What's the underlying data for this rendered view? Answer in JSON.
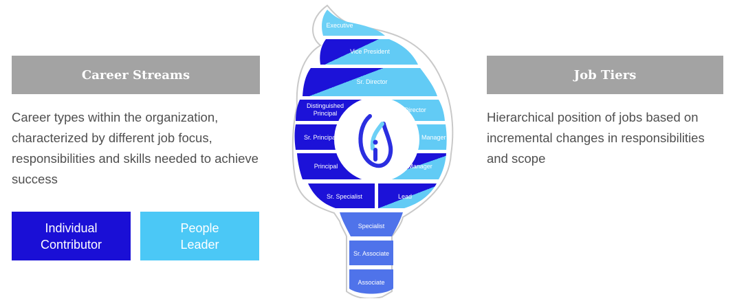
{
  "career_streams": {
    "title": "Career Streams",
    "description": "Career types within the organization, characterized by different job focus, responsibilities and skills needed to achieve success",
    "buttons": {
      "individual_contributor": "Individual Contributor",
      "people_leader": "People Leader"
    }
  },
  "job_tiers": {
    "title": "Job Tiers",
    "description": "Hierarchical position of jobs based on incremental changes in responsibilities and scope"
  },
  "diagram": {
    "levels": {
      "executive": "Executive",
      "vice_president": "Vice President",
      "sr_director": "Sr. Director",
      "distinguished_principal_line1": "Distinguished",
      "distinguished_principal_line2": "Principal",
      "director": "Director",
      "sr_principal": "Sr. Principal",
      "sr_manager": "Sr. Manager",
      "principal": "Principal",
      "manager": "Manager",
      "sr_specialist": "Sr. Specialist",
      "lead": "Lead",
      "specialist": "Specialist",
      "sr_associate": "Sr. Associate",
      "associate": "Associate"
    }
  },
  "colors": {
    "header_gray": "#a3a3a3",
    "individual_contributor": "#1a0fd6",
    "people_leader": "#4bc8f6",
    "stem_blue": "#4f73ea",
    "outline": "#c9c9c9",
    "text_gray": "#4f4f4f"
  }
}
